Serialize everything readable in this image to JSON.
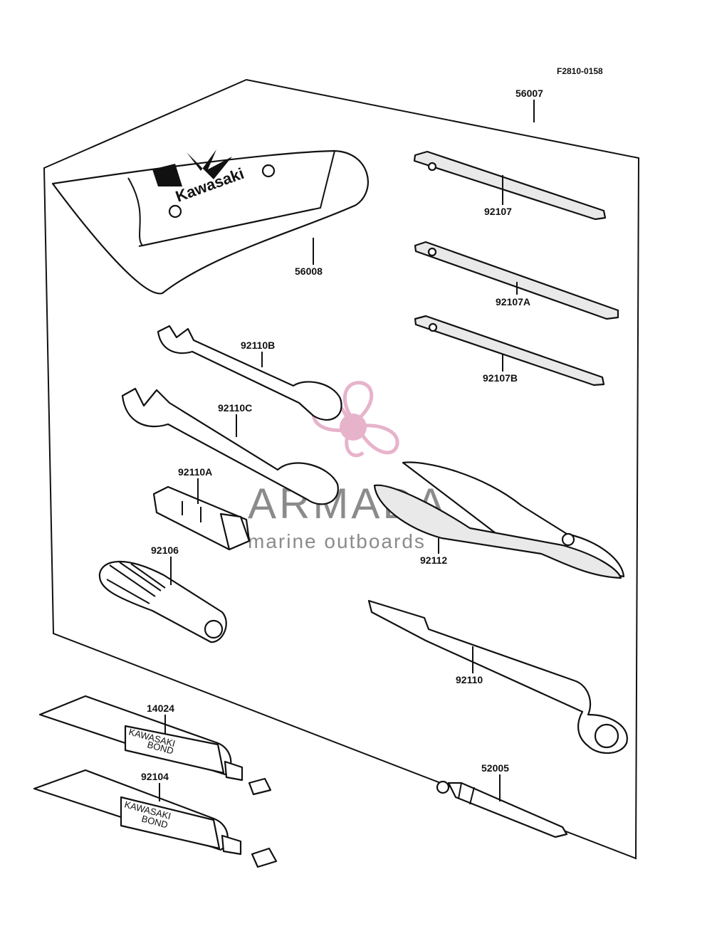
{
  "figure_code": "F2810-0158",
  "watermark": {
    "title": "ARMADA",
    "subtitle": "marine outboards",
    "accent": "#e3a6c3"
  },
  "bag_brand": "Kawasaki",
  "tube_label": {
    "line1": "KAWASAKI",
    "line2": "BOND"
  },
  "parts": {
    "p56007": "56007",
    "p56008": "56008",
    "p92107": "92107",
    "p92107A": "92107A",
    "p92107B": "92107B",
    "p92110B": "92110B",
    "p92110C": "92110C",
    "p92110A": "92110A",
    "p92106": "92106",
    "p92112": "92112",
    "p92110": "92110",
    "p14024": "14024",
    "p92104": "92104",
    "p52005": "52005"
  }
}
